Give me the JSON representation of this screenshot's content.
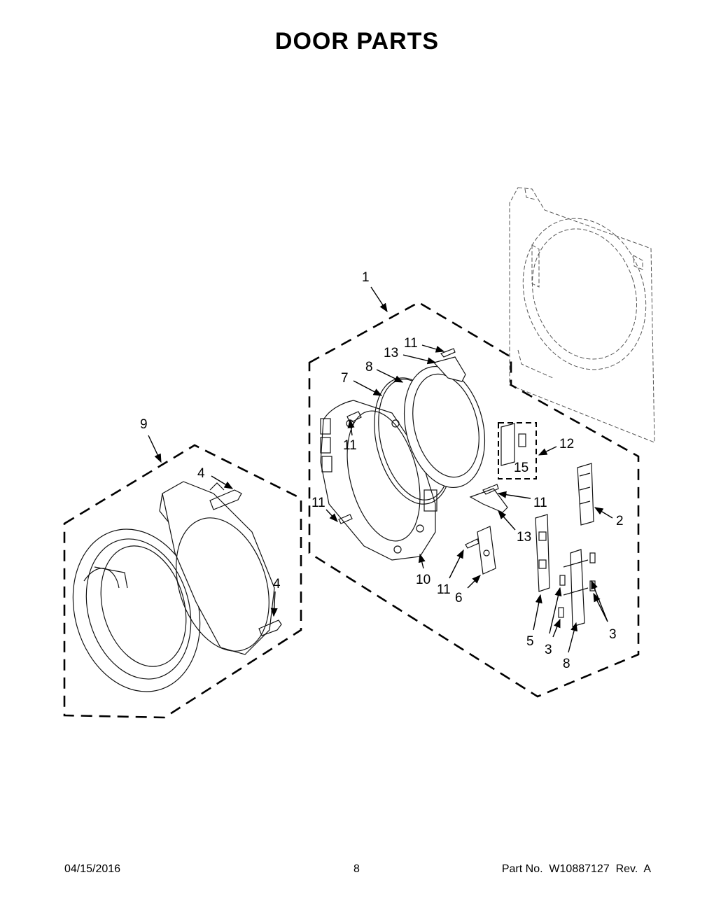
{
  "page": {
    "title": "DOOR PARTS",
    "footer_date": "04/15/2016",
    "footer_page": "8",
    "footer_part": "Part No.  W10887127  Rev.  A"
  },
  "callouts": {
    "c1": "1",
    "c9": "9",
    "c4a": "4",
    "c4b": "4",
    "c11a": "11",
    "c13a": "13",
    "c8a": "8",
    "c7": "7",
    "c11b": "11",
    "c11c": "11",
    "c12": "12",
    "c15": "15",
    "c11d": "11",
    "c2": "2",
    "c13b": "13",
    "c10": "10",
    "c11e": "11",
    "c6": "6",
    "c5": "5",
    "c3a": "3",
    "c3b": "3",
    "c8b": "8"
  }
}
